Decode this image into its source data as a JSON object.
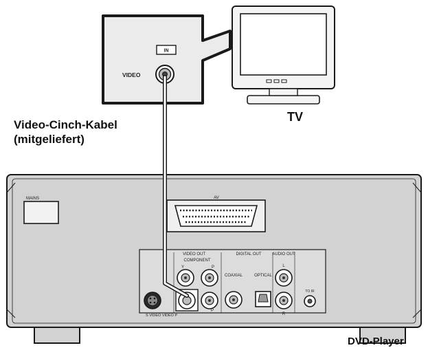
{
  "tv_panel": {
    "in_label": "IN",
    "video_label": "VIDEO"
  },
  "tv_label": "TV",
  "cable_label": {
    "line1": "Video-Cinch-Kabel",
    "line2": "(mitgeliefert)"
  },
  "player": {
    "mains_label": "MAINS",
    "av_label": "AV",
    "video_out_label": "VIDEO OUT",
    "component_label": "COMPONENT",
    "digital_out_label": "DIGITAL OUT",
    "coaxial_label": "COAXIAL",
    "optical_label": "OPTICAL",
    "audio_out_label": "AUDIO OUT",
    "svideo_label": "S VIDEO VIDEO P",
    "y_label": "Y",
    "pb_label": "P",
    "pr_label": "P",
    "l_label": "L",
    "r_label": "R",
    "extra_label": "TO IR"
  },
  "player_label": "DVD-Player",
  "colors": {
    "line": "#1a1a1a",
    "panel_fill": "#e9e9e9",
    "device_fill": "#cfcfcf"
  }
}
